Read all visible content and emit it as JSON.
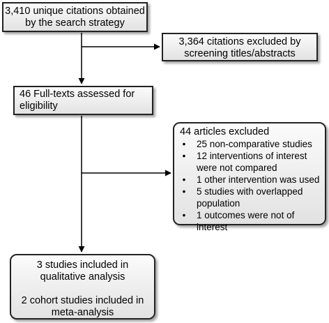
{
  "boxes": {
    "citations": [
      "3,410 unique citations obtained",
      "by the search strategy"
    ],
    "excluded": [
      "3,364 citations excluded by",
      "screening titles/abstracts"
    ],
    "fulltexts": [
      "46 Full-texts assessed for",
      "eligibility"
    ],
    "articles_title": "44 articles excluded",
    "articles_items": [
      [
        "25 non-comparative studies"
      ],
      [
        "12 interventions of interest",
        "were not compared"
      ],
      [
        "1 other intervention was used"
      ],
      [
        "5 studies with overlapped",
        "population"
      ],
      [
        "1 outcomes were not of interest"
      ]
    ],
    "included": [
      "3 studies included in",
      "qualitative analysis",
      "2 cohort studies included in",
      "meta-analysis"
    ]
  },
  "bullet_glyph": "•",
  "colors": {
    "border": "#222222",
    "fill_top": "#fbfbfb",
    "fill_bottom": "#e2e2e2",
    "arrow": "#000000"
  }
}
